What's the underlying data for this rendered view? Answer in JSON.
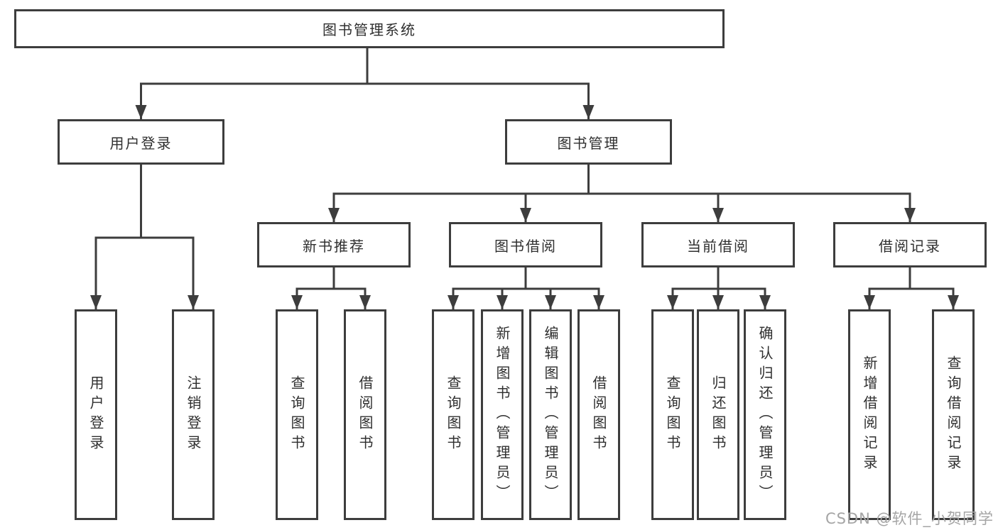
{
  "diagram": {
    "root": {
      "label": "图书管理系统"
    },
    "branches": [
      {
        "label": "用户登录",
        "children": [
          {
            "label": "用户登录"
          },
          {
            "label": "注销登录"
          }
        ]
      },
      {
        "label": "图书管理",
        "children": [
          {
            "label": "新书推荐",
            "children": [
              {
                "label": "查询图书"
              },
              {
                "label": "借阅图书"
              }
            ]
          },
          {
            "label": "图书借阅",
            "children": [
              {
                "label": "查询图书"
              },
              {
                "label": "新增图书（管理员）"
              },
              {
                "label": "编辑图书（管理员）"
              },
              {
                "label": "借阅图书"
              }
            ]
          },
          {
            "label": "当前借阅",
            "children": [
              {
                "label": "查询图书"
              },
              {
                "label": "归还图书"
              },
              {
                "label": "确认归还（管理员）"
              }
            ]
          },
          {
            "label": "借阅记录",
            "children": [
              {
                "label": "新增借阅记录"
              },
              {
                "label": "查询借阅记录"
              }
            ]
          }
        ]
      }
    ]
  },
  "watermark": {
    "text": "CSDN @软件_小贺同学"
  },
  "colors": {
    "line": "#3d3d3d",
    "box_border": "#3d3d3d",
    "box_background": "#ffffff",
    "text": "#2f2f2f",
    "watermark": "#a5a5a5"
  }
}
